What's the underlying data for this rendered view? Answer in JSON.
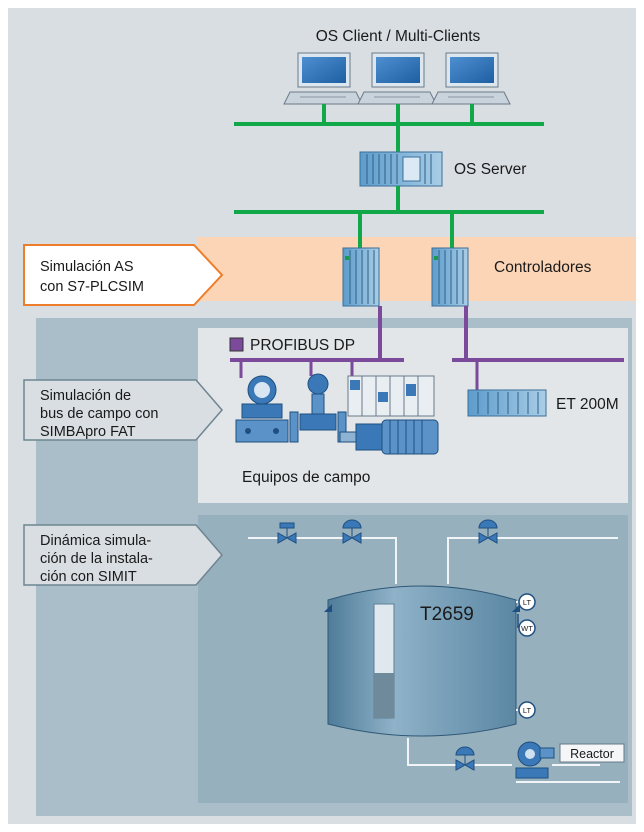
{
  "colors": {
    "page_bg": "#ffffff",
    "outer_bg": "#d9dee2",
    "simulation_zone": "#a9bec8",
    "controller_band": "#fbd5b5",
    "fieldbus_panel": "#e2e6e9",
    "plant_panel": "#97b0bd",
    "ethernet": "#11a84a",
    "profibus": "#7b4a9a",
    "arrow_orange": "#ee7d2b",
    "arrow_gray": "#6e8591",
    "device_blue": "#3b78b8"
  },
  "labels": {
    "os_clients": "OS Client / Multi-Clients",
    "os_server": "OS Server",
    "controllers": "Controladores",
    "profibus": "PROFIBUS DP",
    "et200m": "ET 200M",
    "field_devices": "Equipos de campo",
    "tank": "T2659",
    "reactor": "Reactor"
  },
  "callouts": {
    "as_simulation": [
      "Simulación AS",
      "con S7-PLCSIM"
    ],
    "fieldbus_simulation": [
      "Simulación de",
      "bus de campo con",
      "SIMBApro FAT"
    ],
    "plant_simulation": [
      "Dinámica simula-",
      "ción de la instala-",
      "ción con SIMIT"
    ]
  },
  "instruments": {
    "lt_top": "LT",
    "wt": "WT",
    "lt_bottom": "LT"
  },
  "icons": [
    "workstation-icon",
    "server-rack-icon",
    "plc-icon",
    "transmitter-icon",
    "flowmeter-icon",
    "valve-icon",
    "motor-icon",
    "pump-icon",
    "io-module-icon"
  ]
}
